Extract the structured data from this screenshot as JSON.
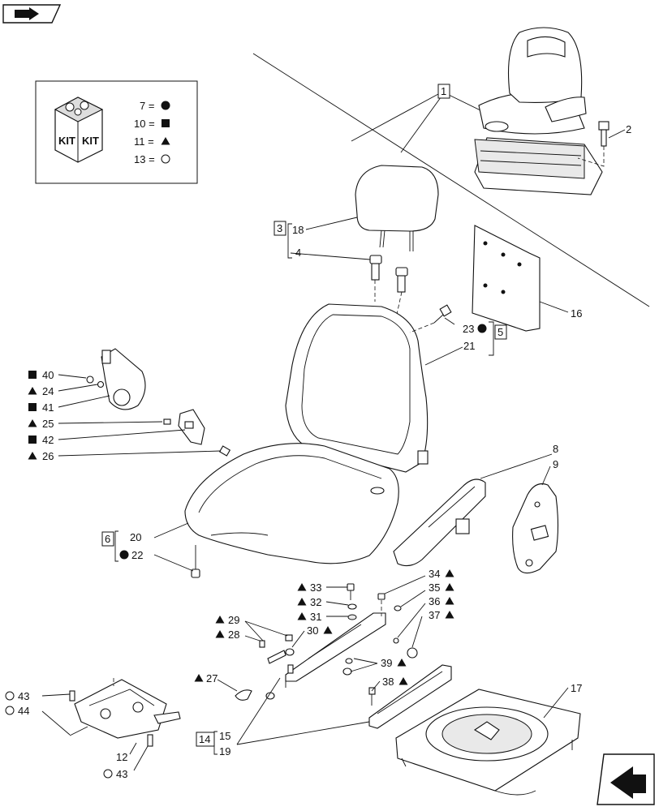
{
  "legend": {
    "kit_label": "KIT",
    "entries": [
      {
        "num": "7 =",
        "symbol": "circle-filled"
      },
      {
        "num": "10 =",
        "symbol": "square-filled"
      },
      {
        "num": "11 =",
        "symbol": "triangle-filled"
      },
      {
        "num": "13 =",
        "symbol": "circle-open"
      }
    ]
  },
  "boxed_refs": {
    "b1": "1",
    "b3": "3",
    "b5": "5",
    "b6": "6",
    "b14": "14"
  },
  "callouts": {
    "c2": "2",
    "c18": "18",
    "c4": "4",
    "c16": "16",
    "c23": "23",
    "c21": "21",
    "c40": "40",
    "c24": "24",
    "c41": "41",
    "c25": "25",
    "c42": "42",
    "c26": "26",
    "c8": "8",
    "c9": "9",
    "c20": "20",
    "c22": "22",
    "c33": "33",
    "c32": "32",
    "c31": "31",
    "c34": "34",
    "c35": "35",
    "c36": "36",
    "c37": "37",
    "c29": "29",
    "c28": "28",
    "c30": "30",
    "c39": "39",
    "c27": "27",
    "c38": "38",
    "c17": "17",
    "c15": "15",
    "c19": "19",
    "c43a": "43",
    "c44": "44",
    "c12": "12",
    "c43b": "43"
  }
}
